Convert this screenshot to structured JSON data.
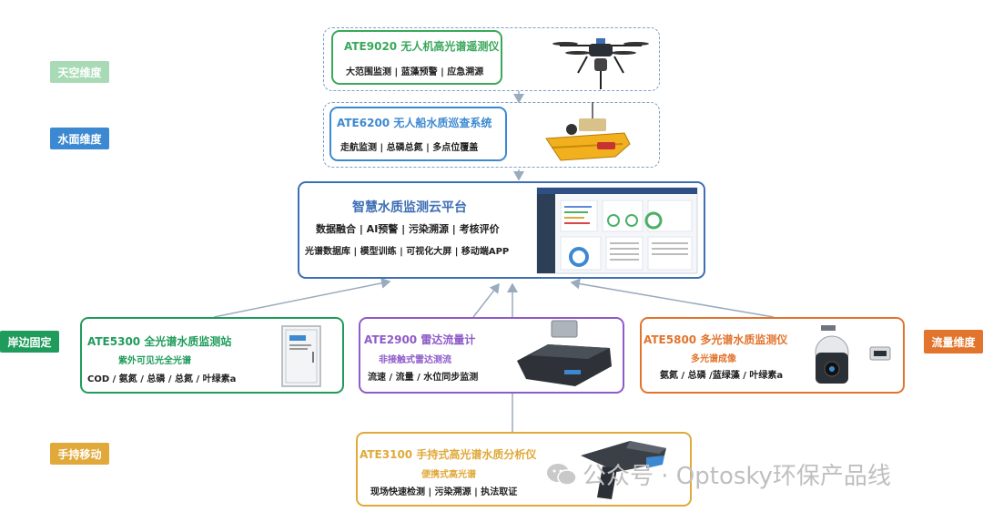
{
  "dimension_tags": {
    "sky": {
      "label": "天空维度",
      "color": "#a8dbb5"
    },
    "water_surface": {
      "label": "水面维度",
      "color": "#3d89d1"
    },
    "shore_fixed": {
      "label": "岸边固定",
      "color": "#1f9c5b"
    },
    "handheld": {
      "label": "手持移动",
      "color": "#e0a93a"
    },
    "flow": {
      "label": "流量维度",
      "color": "#e2742d"
    }
  },
  "products": {
    "ate9020": {
      "title": "ATE9020 无人机高光谱遥测仪",
      "features": "大范围监测 | 蓝藻预警 | 应急溯源",
      "color": "#3aa85b",
      "icon": "drone-icon"
    },
    "ate6200": {
      "title": "ATE6200 无人船水质巡查系统",
      "features": "走航监测 | 总磷总氮 | 多点位覆盖",
      "color": "#3d89d1",
      "icon": "boat-icon"
    },
    "ate5300": {
      "title": "ATE5300 全光谱水质监测站",
      "subtitle": "紫外可见光全光谱",
      "features": "COD / 氨氮 / 总磷 / 总氮 / 叶绿素a",
      "color": "#1f9c5b",
      "icon": "cabinet-icon"
    },
    "ate2900": {
      "title": "ATE2900 雷达流量计",
      "subtitle": "非接触式雷达测流",
      "features": "流速 / 流量 / 水位同步监测",
      "color": "#8e5bc9",
      "icon": "radar-icon"
    },
    "ate5800": {
      "title": "ATE5800 多光谱水质监测仪",
      "subtitle": "多光谱成像",
      "features": "氨氮 / 总磷 /蓝绿藻 / 叶绿素a",
      "color": "#e2742d",
      "icon": "camera-icon"
    },
    "ate3100": {
      "title": "ATE3100 手持式高光谱水质分析仪",
      "subtitle": "便携式高光谱",
      "features": "现场快速检测 | 污染溯源 | 执法取证",
      "color": "#e0a93a",
      "icon": "handheld-icon"
    }
  },
  "platform": {
    "title": "智慧水质监测云平台",
    "line1": "数据融合 | AI预警 | 污染溯源 | 考核评价",
    "line2": "光谱数据库 | 模型训练 | 可视化大屏 | 移动端APP",
    "color": "#3d6fb5",
    "icon": "dashboard-screenshot-icon"
  },
  "watermark": {
    "text": "公众号 · Optosky环保产品线",
    "icon": "wechat-icon"
  }
}
